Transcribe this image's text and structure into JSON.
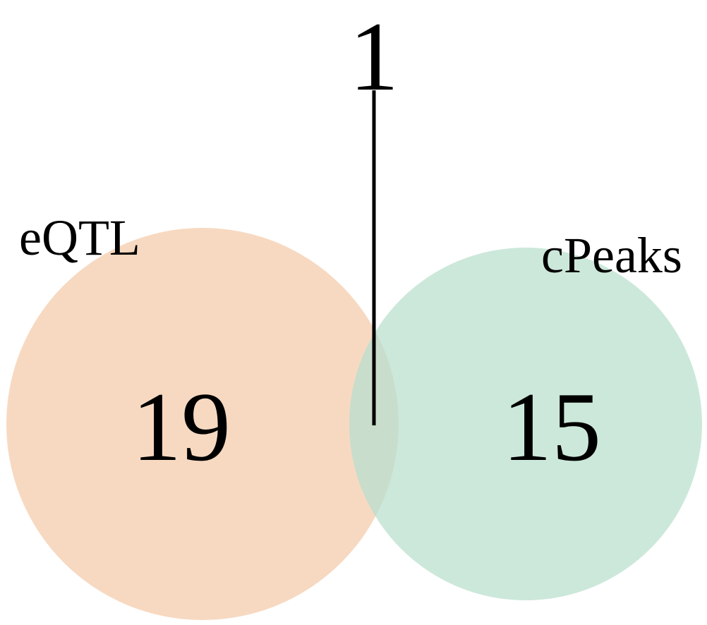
{
  "chart_data": {
    "type": "venn",
    "sets": [
      {
        "name": "eQTL",
        "size": 19,
        "color": "#f7d9c1"
      },
      {
        "name": "cPeaks",
        "size": 15,
        "color": "#cce8da"
      }
    ],
    "intersection": {
      "sets": [
        "eQTL",
        "cPeaks"
      ],
      "size": 1,
      "color": "#c8ddcc"
    },
    "labels": {
      "eqtl_name": "eQTL",
      "cpeaks_name": "cPeaks",
      "eqtl_only": "19",
      "cpeaks_only": "15",
      "overlap": "1"
    },
    "leader_line_color": "#000000"
  }
}
